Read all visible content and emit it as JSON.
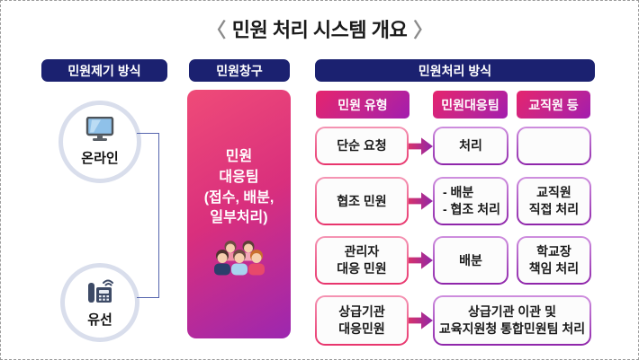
{
  "title": {
    "left_bracket": "〈",
    "text": "민원 처리 시스템 개요",
    "right_bracket": "〉"
  },
  "colors": {
    "header_navy": "#1b2170",
    "accent_pink": "#e8336c",
    "accent_purple": "#8e24aa",
    "circle_border": "#d9deec",
    "connector_line": "#5565ad"
  },
  "submission": {
    "header": "민원제기 방식",
    "channels": [
      {
        "label": "온라인",
        "icon": "monitor-icon"
      },
      {
        "label": "유선",
        "icon": "fax-phone-icon"
      }
    ]
  },
  "window": {
    "header": "민원창구",
    "team_text": "민원\n대응팀\n(접수, 배분,\n일부처리)",
    "icon": "people-icon"
  },
  "processing": {
    "header": "민원처리 방식",
    "subheaders": [
      {
        "label": "민원 유형"
      },
      {
        "label": "민원대응팀"
      },
      {
        "label": "교직원 등"
      }
    ],
    "rows": [
      {
        "type": "단순 요청",
        "team": "처리",
        "staff": ""
      },
      {
        "type": "협조 민원",
        "team": "- 배분\n- 협조 처리",
        "staff": "교직원\n직접 처리"
      },
      {
        "type": "관리자\n대응 민원",
        "team": "배분",
        "staff": "학교장\n책임 처리"
      },
      {
        "type": "상급기관\n대응민원",
        "merged": "상급기관 이관 및\n교육지원청 통합민원팀 처리"
      }
    ]
  }
}
